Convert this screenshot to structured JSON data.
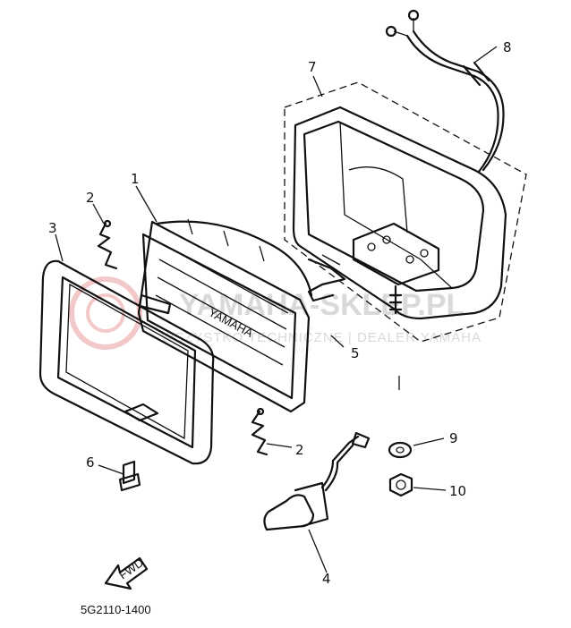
{
  "watermark": {
    "main": "YAMAHA-SKLEP.PL",
    "sub": "WSZYSTKO TECHNICZNE | DEALER YAMAHA"
  },
  "part_labels": [
    "1",
    "2",
    "2",
    "3",
    "4",
    "5",
    "6",
    "7",
    "8",
    "9",
    "10"
  ],
  "bulb_marking": "YAMAHA",
  "direction_arrow": "FWD",
  "diagram_code": "5G2110-1400"
}
